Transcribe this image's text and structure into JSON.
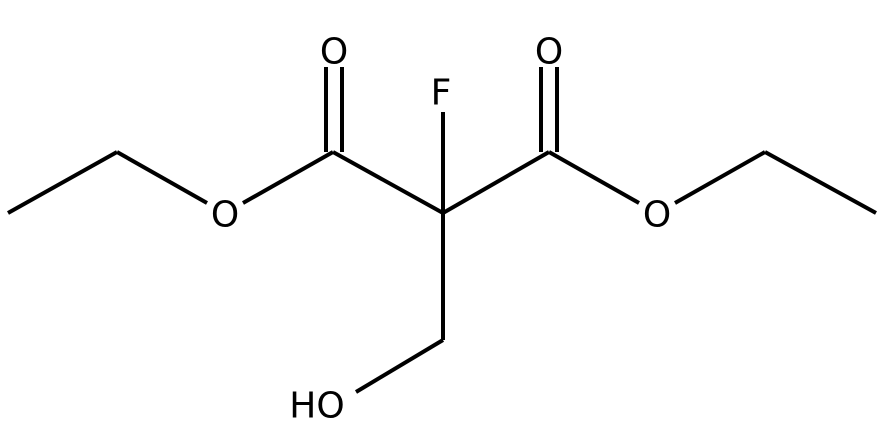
{
  "molecule": {
    "atoms": {
      "o_left_carbonyl": "O",
      "o_right_carbonyl": "O",
      "fluorine": "F",
      "o_left_ester": "O",
      "o_right_ester": "O",
      "hydroxyl": "HO"
    }
  }
}
